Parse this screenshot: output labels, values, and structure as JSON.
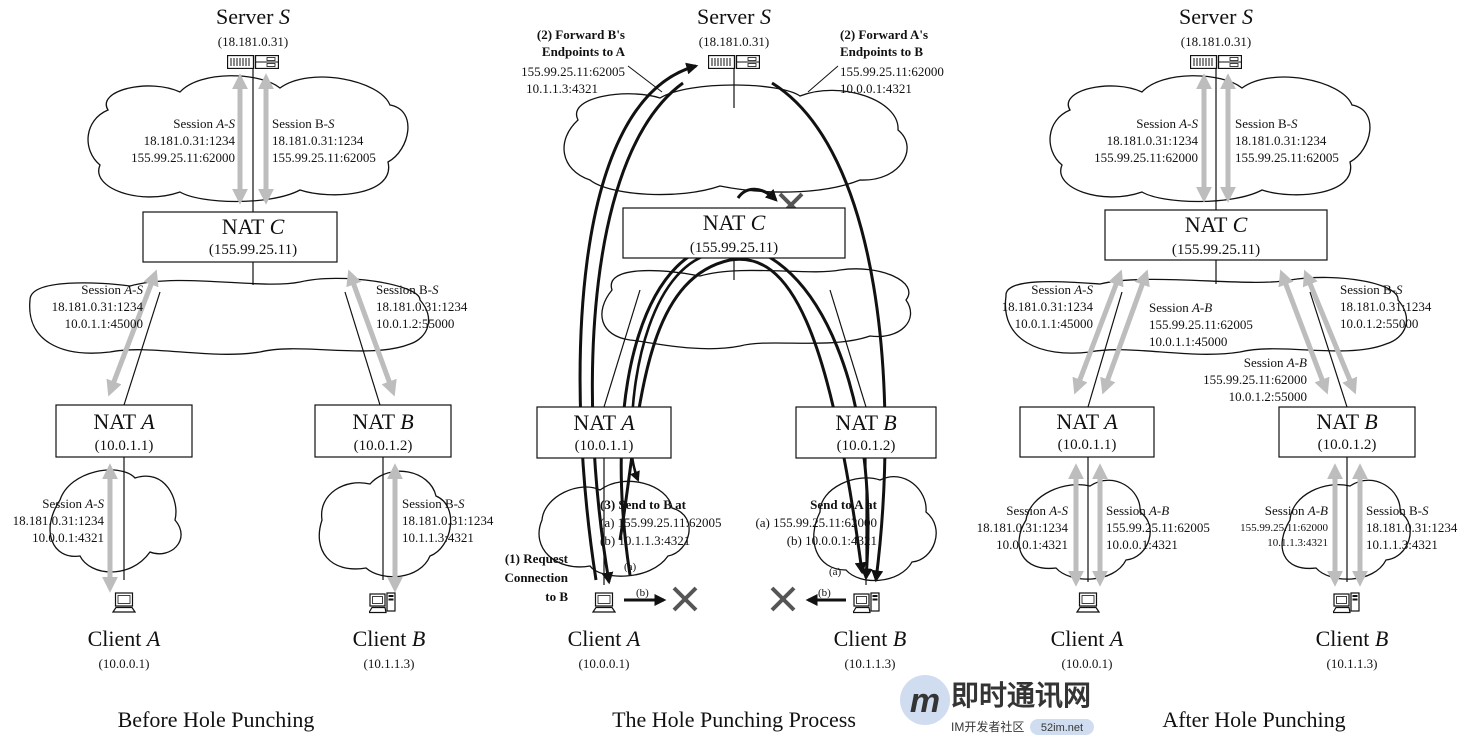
{
  "panels": {
    "before": {
      "caption": "Before Hole Punching",
      "server": {
        "label": "Server",
        "name": "S",
        "ip": "(18.181.0.31)"
      },
      "nat_c": {
        "label": "NAT",
        "name": "C",
        "ip": "(155.99.25.11)"
      },
      "nat_a": {
        "label": "NAT",
        "name": "A",
        "ip": "(10.0.1.1)"
      },
      "nat_b": {
        "label": "NAT",
        "name": "B",
        "ip": "(10.0.1.2)"
      },
      "client_a": {
        "label": "Client",
        "name": "A",
        "ip": "(10.0.0.1)"
      },
      "client_b": {
        "label": "Client",
        "name": "B",
        "ip": "(10.1.1.3)"
      },
      "s_top_left": {
        "title_a": "Session",
        "title_b": "A-S",
        "l1": "18.181.0.31:1234",
        "l2": "155.99.25.11:62000"
      },
      "s_top_right": {
        "title_a": "Session B-",
        "title_b": "S",
        "l1": "18.181.0.31:1234",
        "l2": "155.99.25.11:62005"
      },
      "s_mid_left": {
        "title_a": "Session",
        "title_b": "A-S",
        "l1": "18.181.0.31:1234",
        "l2": "10.0.1.1:45000"
      },
      "s_mid_right": {
        "title_a": "Session B-",
        "title_b": "S",
        "l1": "18.181.0.31:1234",
        "l2": "10.0.1.2:55000"
      },
      "s_bot_left": {
        "title_a": "Session",
        "title_b": "A-S",
        "l1": "18.181.0.31:1234",
        "l2": "10.0.0.1:4321"
      },
      "s_bot_right": {
        "title_a": "Session B-",
        "title_b": "S",
        "l1": "18.181.0.31:1234",
        "l2": "10.1.1.3:4321"
      }
    },
    "process": {
      "caption": "The Hole Punching Process",
      "server": {
        "label": "Server",
        "name": "S",
        "ip": "(18.181.0.31)"
      },
      "nat_c": {
        "label": "NAT",
        "name": "C",
        "ip": "(155.99.25.11)"
      },
      "nat_a": {
        "label": "NAT",
        "name": "A",
        "ip": "(10.0.1.1)"
      },
      "nat_b": {
        "label": "NAT",
        "name": "B",
        "ip": "(10.0.1.2)"
      },
      "client_a": {
        "label": "Client",
        "name": "A",
        "ip": "(10.0.0.1)"
      },
      "client_b": {
        "label": "Client",
        "name": "B",
        "ip": "(10.1.1.3)"
      },
      "fwd_b": {
        "l1": "(2) Forward B's",
        "l2": "Endpoints to A",
        "l3": "155.99.25.11:62005",
        "l4": "10.1.1.3:4321"
      },
      "fwd_a": {
        "l1": "(2) Forward A's",
        "l2": "Endpoints to B",
        "l3": "155.99.25.11:62000",
        "l4": "10.0.0.1:4321"
      },
      "send_b": {
        "l1": "(3) Send to B at",
        "l2": "(a) 155.99.25.11:62005",
        "l3": "(b) 10.1.1.3:4321"
      },
      "send_a": {
        "l1": "Send to A at",
        "l2": "(a) 155.99.25.11:62000",
        "l3": "(b) 10.0.0.1:4321"
      },
      "request": {
        "l1": "(1) Request",
        "l2": "Connection",
        "l3": "to B"
      },
      "tag_a": "(a)",
      "tag_b": "(b)"
    },
    "after": {
      "caption": "After Hole Punching",
      "server": {
        "label": "Server",
        "name": "S",
        "ip": "(18.181.0.31)"
      },
      "nat_c": {
        "label": "NAT",
        "name": "C",
        "ip": "(155.99.25.11)"
      },
      "nat_a": {
        "label": "NAT",
        "name": "A",
        "ip": "(10.0.1.1)"
      },
      "nat_b": {
        "label": "NAT",
        "name": "B",
        "ip": "(10.0.1.2)"
      },
      "client_a": {
        "label": "Client",
        "name": "A",
        "ip": "(10.0.0.1)"
      },
      "client_b": {
        "label": "Client",
        "name": "B",
        "ip": "(10.1.1.3)"
      },
      "s_top_left": {
        "title_a": "Session",
        "title_b": "A-S",
        "l1": "18.181.0.31:1234",
        "l2": "155.99.25.11:62000"
      },
      "s_top_right": {
        "title_a": "Session B-",
        "title_b": "S",
        "l1": "18.181.0.31:1234",
        "l2": "155.99.25.11:62005"
      },
      "s_mid_left": {
        "title_a": "Session",
        "title_b": "A-S",
        "l1": "18.181.0.31:1234",
        "l2": "10.0.1.1:45000"
      },
      "s_mid_ab": {
        "title_a": "Session",
        "title_b": "A-B",
        "l1": "155.99.25.11:62005",
        "l2": "10.0.1.1:45000"
      },
      "s_mid_ab2": {
        "title_a": "Session",
        "title_b": "A-B",
        "l1": "155.99.25.11:62000",
        "l2": "10.0.1.2:55000"
      },
      "s_mid_right": {
        "title_a": "Session B-",
        "title_b": "S",
        "l1": "18.181.0.31:1234",
        "l2": "10.0.1.2:55000"
      },
      "s_bot_a1": {
        "title_a": "Session",
        "title_b": "A-S",
        "l1": "18.181.0.31:1234",
        "l2": "10.0.0.1:4321"
      },
      "s_bot_a2": {
        "title_a": "Session",
        "title_b": "A-B",
        "l1": "155.99.25.11:62005",
        "l2": "10.0.0.1:4321"
      },
      "s_bot_b1": {
        "title_a": "Session",
        "title_b": "A-B",
        "l1": "155.99.25.11:62000",
        "l2": "10.1.1.3:4321"
      },
      "s_bot_b2": {
        "title_a": "Session B-",
        "title_b": "S",
        "l1": "18.181.0.31:1234",
        "l2": "10.1.1.3:4321"
      }
    }
  },
  "watermark": {
    "logo_letter": "m",
    "title": "即时通讯网",
    "subtitle": "IM开发者社区",
    "site": "52im.net"
  },
  "colors": {
    "arrow_gray": "#bdbdbd",
    "ink": "#111111",
    "cross": "#555555",
    "watermark": "#c8d8ee"
  }
}
